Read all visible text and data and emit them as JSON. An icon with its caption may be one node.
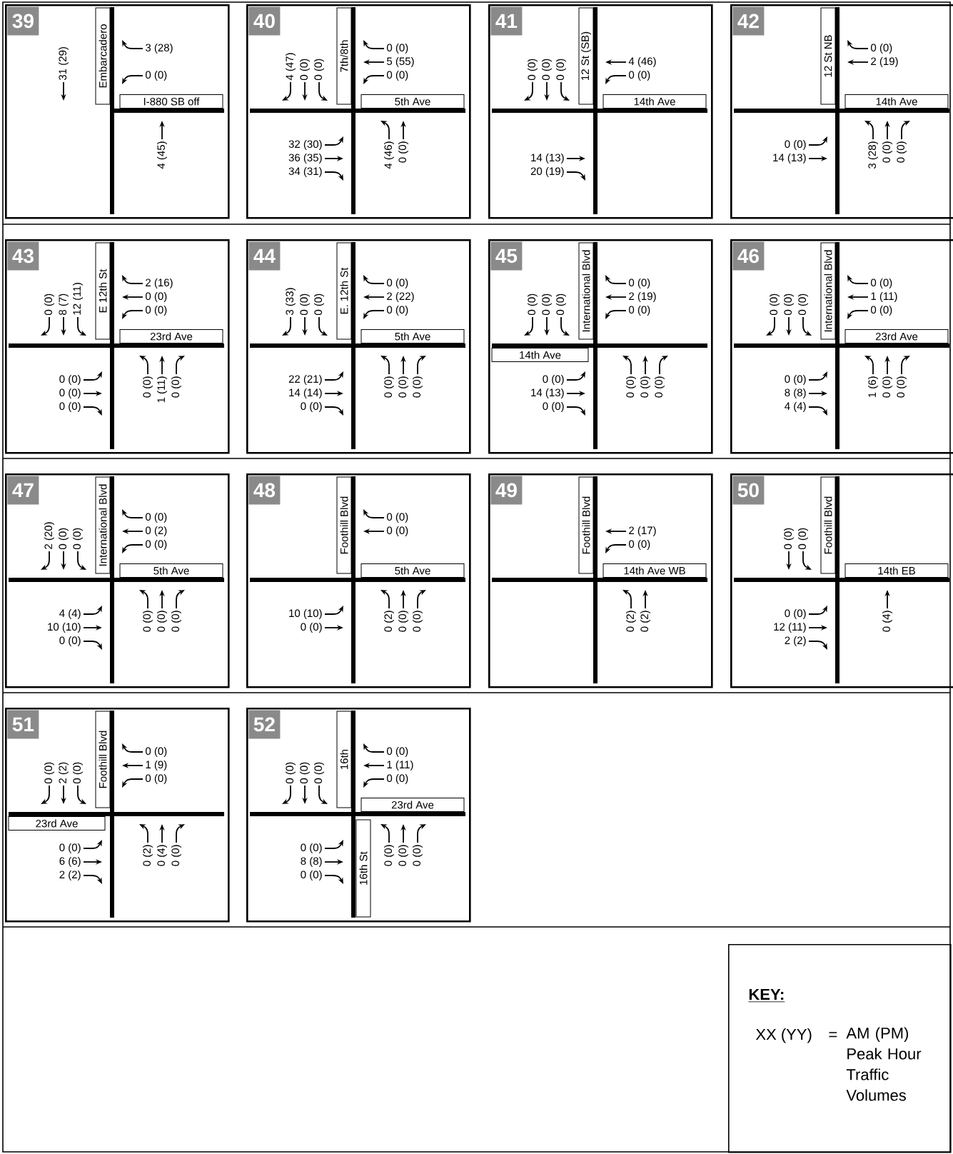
{
  "diagram": {
    "nodes": [
      {
        "text": [
          "39",
          "31 (29)",
          "3 (28)",
          "0 (0)",
          "4 (45)"
        ]
      },
      {
        "text": [
          "Embarcadero"
        ],
        "in": 0
      },
      {
        "text": [
          "I-880 SB off"
        ],
        "in": 0
      },
      {
        "text": [
          "40",
          "4 (47)",
          "0 (0)",
          "0 (0)",
          "0 (0)",
          "5 (55)",
          "0 (0)",
          "32 (30)",
          "36 (35)",
          "34 (31)",
          "4 (46)",
          "0 (0)"
        ]
      },
      {
        "text": [
          "7th/8th"
        ],
        "in": 3
      },
      {
        "text": [
          "5th Ave"
        ],
        "in": 3
      },
      {
        "text": [
          "41",
          "0 (0)",
          "0 (0)",
          "0 (0)",
          "4 (46)",
          "0 (0)",
          "14 (13)",
          "20 (19)"
        ]
      },
      {
        "text": [
          "12 St (SB)"
        ],
        "in": 6
      },
      {
        "text": [
          "14th Ave"
        ],
        "in": 6
      },
      {
        "text": [
          "42",
          "0 (0)",
          "2 (19)",
          "0 (0)",
          "14 (13)",
          "3 (28)",
          "0 (0)",
          "0 (0)"
        ]
      },
      {
        "text": [
          "12 St NB"
        ],
        "in": 9
      },
      {
        "text": [
          "14th Ave"
        ],
        "in": 9
      },
      {
        "text": [
          "43",
          "0 (0)",
          "8 (7)",
          "12 (11)",
          "2 (16)",
          "0 (0)",
          "0 (0)",
          "0 (0)",
          "0 (0)",
          "0 (0)",
          "0 (0)",
          "1 (11)",
          "0 (0)"
        ]
      },
      {
        "text": [
          "E 12th St"
        ],
        "in": 12
      },
      {
        "text": [
          "23rd Ave"
        ],
        "in": 12
      },
      {
        "text": [
          "44",
          "3 (33)",
          "0 (0)",
          "0 (0)",
          "0 (0)",
          "2 (22)",
          "0 (0)",
          "22 (21)",
          "14 (14)",
          "0 (0)",
          "0 (0)",
          "0 (0)",
          "0 (0)"
        ]
      },
      {
        "text": [
          "E. 12th St"
        ],
        "in": 15
      },
      {
        "text": [
          "5th Ave"
        ],
        "in": 15
      },
      {
        "text": [
          "45",
          "0 (0)",
          "0 (0)",
          "0 (0)",
          "0 (0)",
          "2 (19)",
          "0 (0)",
          "0 (0)",
          "14 (13)",
          "0 (0)",
          "0 (0)",
          "0 (0)",
          "0 (0)"
        ]
      },
      {
        "text": [
          "International Blvd"
        ],
        "in": 18
      },
      {
        "text": [
          "14th Ave"
        ],
        "in": 18
      },
      {
        "text": [
          "46",
          "0 (0)",
          "0 (0)",
          "0 (0)",
          "0 (0)",
          "1 (11)",
          "0 (0)",
          "0 (0)",
          "8 (8)",
          "4 (4)",
          "1 (6)",
          "0 (0)",
          "0 (0)"
        ]
      },
      {
        "text": [
          "International Blvd"
        ],
        "in": 21
      },
      {
        "text": [
          "23rd Ave"
        ],
        "in": 21
      },
      {
        "text": [
          "47",
          "2 (20)",
          "0 (0)",
          "0 (0)",
          "0 (0)",
          "0 (2)",
          "0 (0)",
          "4 (4)",
          "10 (10)",
          "0 (0)",
          "0 (0)",
          "0 (0)",
          "0 (0)"
        ]
      },
      {
        "text": [
          "International Blvd"
        ],
        "in": 24
      },
      {
        "text": [
          "5th Ave"
        ],
        "in": 24
      },
      {
        "text": [
          "48",
          "0 (0)",
          "0 (0)",
          "10 (10)",
          "0 (0)",
          "0 (2)",
          "0 (0)",
          "0 (0)"
        ]
      },
      {
        "text": [
          "Foothill Blvd"
        ],
        "in": 27
      },
      {
        "text": [
          "5th Ave"
        ],
        "in": 27
      },
      {
        "text": [
          "49",
          "2 (17)",
          "0 (0)",
          "0 (2)",
          "0 (2)"
        ]
      },
      {
        "text": [
          "Foothill Blvd"
        ],
        "in": 30
      },
      {
        "text": [
          "14th Ave WB"
        ],
        "in": 30
      },
      {
        "text": [
          "50",
          "0 (0)",
          "0 (0)",
          "0 (0)",
          "12 (11)",
          "2 (2)",
          "0 (4)"
        ]
      },
      {
        "text": [
          "Foothill Blvd"
        ],
        "in": 33
      },
      {
        "text": [
          "14th EB"
        ],
        "in": 33
      },
      {
        "text": [
          "51",
          "0 (0)",
          "2 (2)",
          "0 (0)",
          "0 (0)",
          "1 (9)",
          "0 (0)",
          "0 (0)",
          "6 (6)",
          "2 (2)",
          "0 (2)",
          "0 (4)",
          "0 (0)"
        ]
      },
      {
        "text": [
          "Foothill Blvd"
        ],
        "in": 36
      },
      {
        "text": [
          "23rd Ave"
        ],
        "in": 36
      },
      {
        "text": [
          "52",
          "0 (0)",
          "0 (0)",
          "0 (0)",
          "0 (0)",
          "1 (11)",
          "0 (0)",
          "0 (0)",
          "8 (8)",
          "0 (0)",
          "0 (0)",
          "0 (0)",
          "0 (0)"
        ]
      },
      {
        "text": [
          "16th"
        ],
        "in": 39
      },
      {
        "text": [
          "23rd Ave"
        ],
        "in": 39
      },
      {
        "text": [
          "16th St"
        ],
        "in": 39
      },
      {
        "text": [
          "KEY:",
          "XX (YY)",
          "=",
          "AM (PM) Peak Hour Traffic Volumes"
        ]
      }
    ]
  }
}
